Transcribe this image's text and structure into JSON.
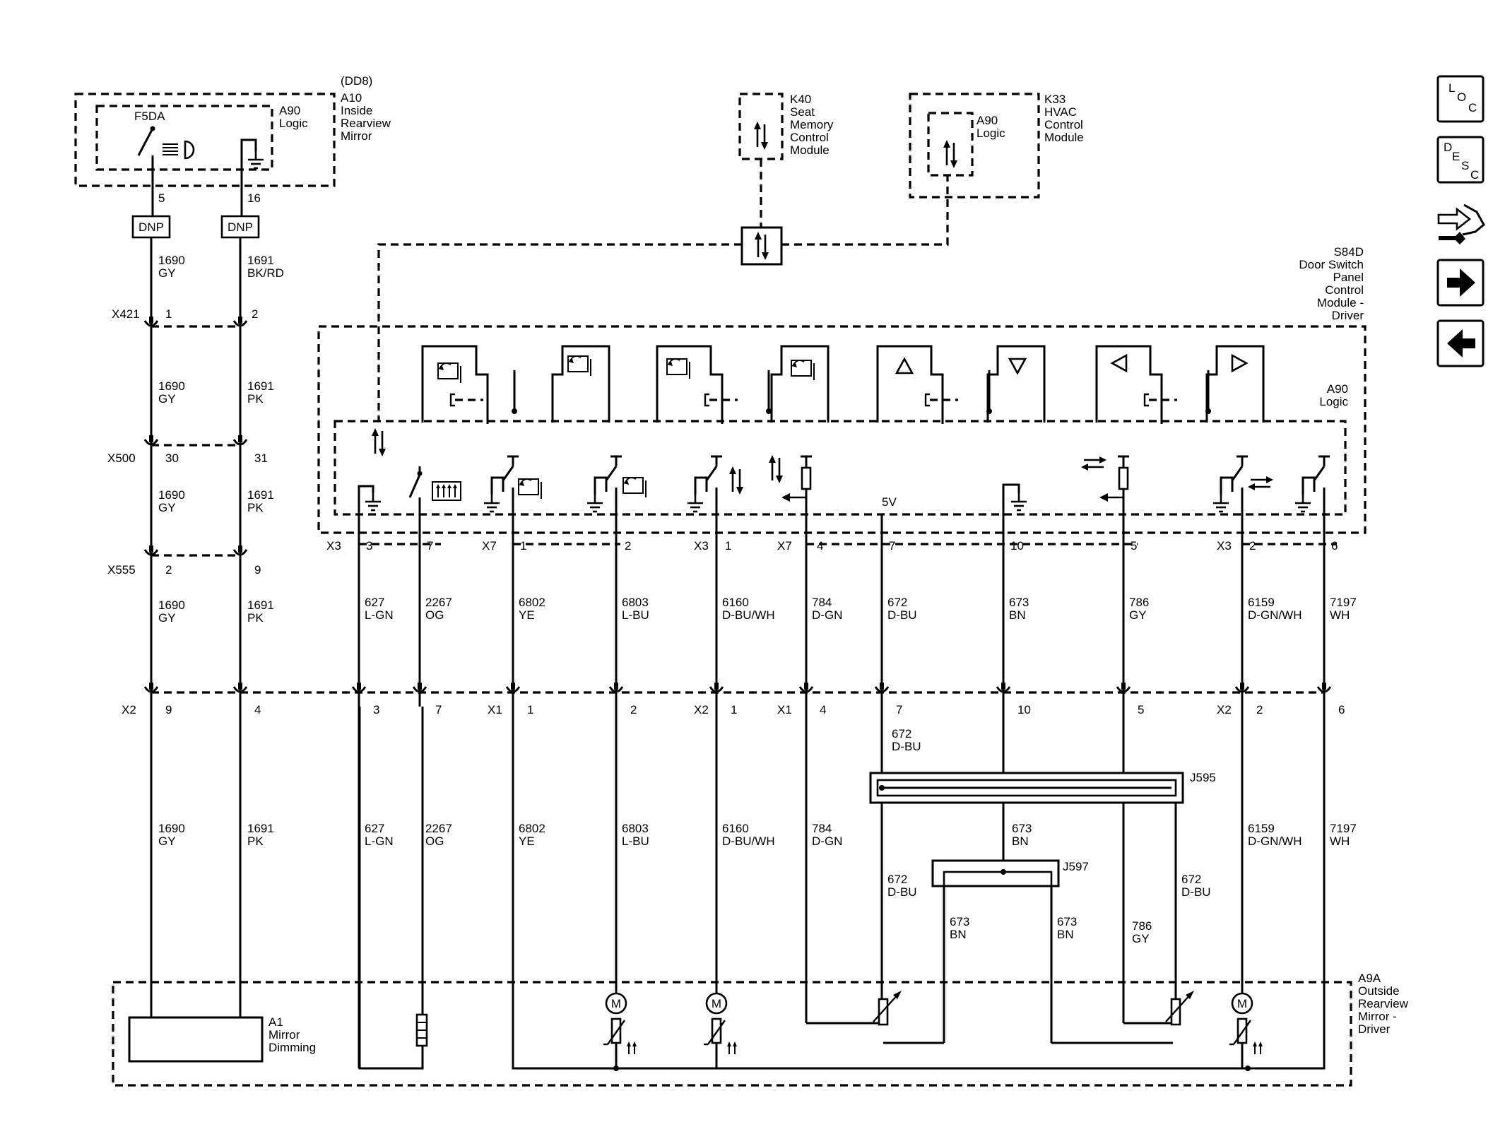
{
  "components": {
    "a10": {
      "code": "(DD8)",
      "ref": "A10",
      "lines": [
        "Inside",
        "Rearview",
        "Mirror"
      ],
      "sub": [
        "A90",
        "Logic"
      ],
      "fuse": "F5DA"
    },
    "k40": {
      "ref": "K40",
      "lines": [
        "Seat",
        "Memory",
        "Control",
        "Module"
      ]
    },
    "k33": {
      "ref": "K33",
      "lines": [
        "HVAC",
        "Control",
        "Module"
      ],
      "sub": [
        "A90",
        "Logic"
      ]
    },
    "s84d": {
      "lines": [
        "S84D",
        "Door Switch",
        "Panel",
        "Control",
        "Module -",
        "Driver"
      ],
      "sub": [
        "A90",
        "Logic"
      ],
      "volt": "5V"
    },
    "a9a": {
      "lines": [
        "A9A",
        "Outside",
        "Rearview",
        "Mirror -",
        "Driver"
      ]
    },
    "a1": {
      "lines": [
        "A1",
        "Mirror",
        "Dimming"
      ]
    },
    "dnp": "DNP",
    "motor": "M"
  },
  "connectors": {
    "x421": {
      "name": "X421",
      "pins": [
        "1",
        "2"
      ]
    },
    "x500": {
      "name": "X500",
      "pins": [
        "30",
        "31"
      ]
    },
    "x555": {
      "name": "X555",
      "pins": [
        "2",
        "9"
      ]
    },
    "mod": {
      "x3": "X3",
      "x7": "X7",
      "pins": [
        "3",
        "7",
        "1",
        "2",
        "1",
        "4",
        "7",
        "10",
        "5",
        "2",
        "6"
      ]
    },
    "mir": {
      "x1": "X1",
      "x2": "X2",
      "pins": [
        "9",
        "4",
        "3",
        "7",
        "1",
        "2",
        "1",
        "4",
        "7",
        "10",
        "5",
        "2",
        "6"
      ]
    },
    "a10pins": [
      "5",
      "16"
    ],
    "j595": "J595",
    "j597": "J597"
  },
  "wires": {
    "w1690": {
      "circuit": "1690",
      "color": "GY"
    },
    "w1691a": {
      "circuit": "1691",
      "color": "BK/RD"
    },
    "w1691": {
      "circuit": "1691",
      "color": "PK"
    },
    "w627": {
      "circuit": "627",
      "color": "L-GN"
    },
    "w2267": {
      "circuit": "2267",
      "color": "OG"
    },
    "w6802": {
      "circuit": "6802",
      "color": "YE"
    },
    "w6803": {
      "circuit": "6803",
      "color": "L-BU"
    },
    "w6160": {
      "circuit": "6160",
      "color": "D-BU/WH"
    },
    "w784": {
      "circuit": "784",
      "color": "D-GN"
    },
    "w672": {
      "circuit": "672",
      "color": "D-BU"
    },
    "w673": {
      "circuit": "673",
      "color": "BN"
    },
    "w786": {
      "circuit": "786",
      "color": "GY"
    },
    "w6159": {
      "circuit": "6159",
      "color": "D-GN/WH"
    },
    "w7197": {
      "circuit": "7197",
      "color": "WH"
    }
  },
  "nav": {
    "loc": [
      "L",
      "O",
      "C"
    ],
    "desc": [
      "D",
      "E",
      "S",
      "C"
    ],
    "icons": [
      "repair-icon",
      "arrow-right-icon",
      "arrow-left-icon"
    ]
  }
}
